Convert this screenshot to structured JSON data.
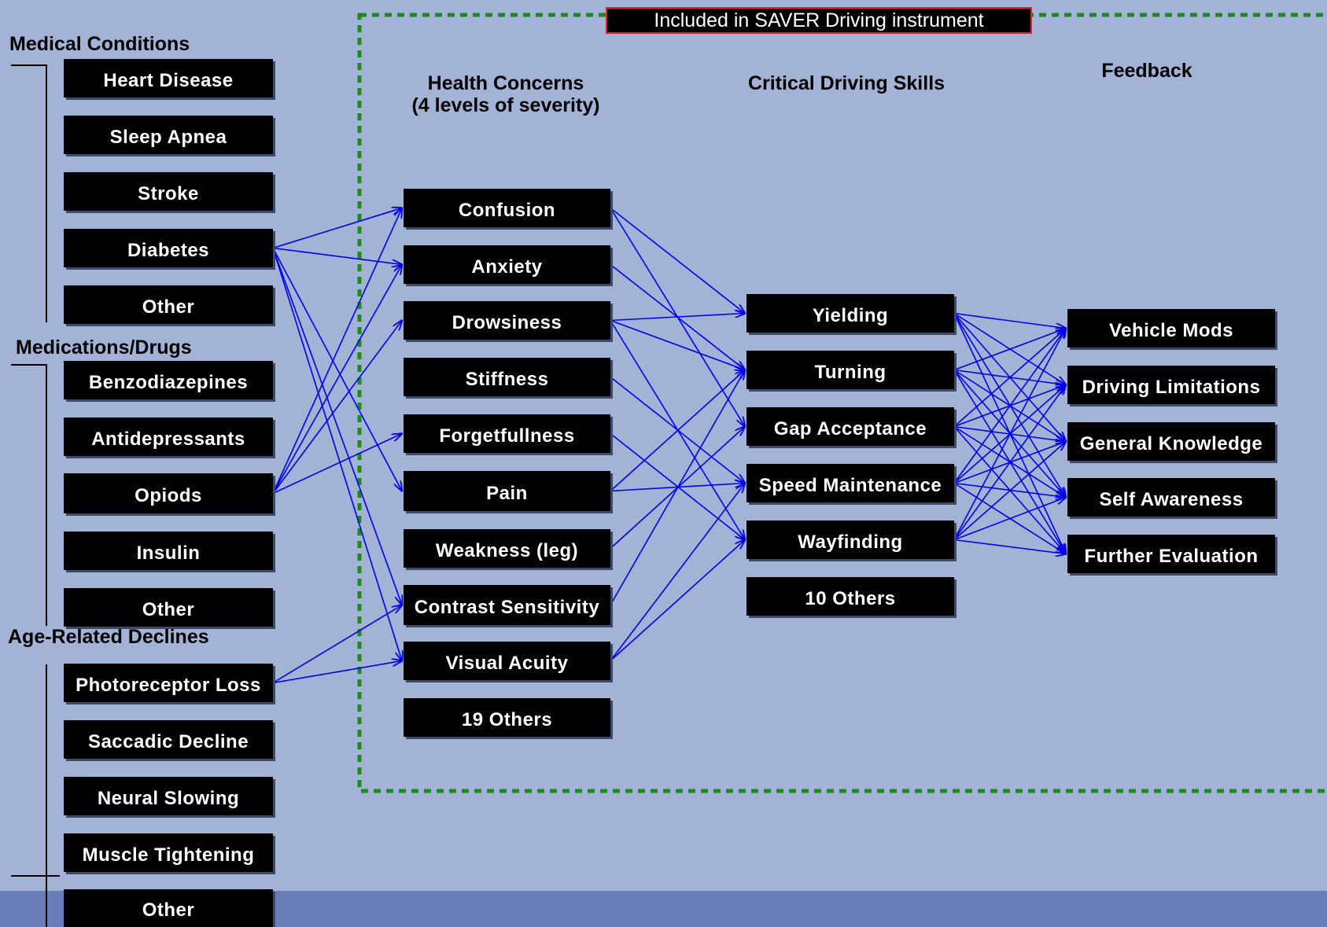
{
  "region": {
    "label": "Included in SAVER Driving instrument"
  },
  "groups": {
    "medical_conditions": "Medical Conditions",
    "medications_drugs": "Medications/Drugs",
    "age_related_declines": "Age-Related Declines"
  },
  "headers": {
    "health_concerns": "Health Concerns\n(4 levels of severity)",
    "critical_driving_skills": "Critical Driving Skills",
    "feedback": "Feedback"
  },
  "nodes": {
    "heart_disease": "Heart Disease",
    "sleep_apnea": "Sleep Apnea",
    "stroke": "Stroke",
    "diabetes": "Diabetes",
    "other_medical": "Other",
    "benzodiazepines": "Benzodiazepines",
    "antidepressants": "Antidepressants",
    "opiods": "Opiods",
    "insulin": "Insulin",
    "other_medication": "Other",
    "photoreceptor_loss": "Photoreceptor Loss",
    "saccadic_decline": "Saccadic Decline",
    "neural_slowing": "Neural Slowing",
    "muscle_tightening": "Muscle Tightening",
    "other_age": "Other",
    "confusion": "Confusion",
    "anxiety": "Anxiety",
    "drowsiness": "Drowsiness",
    "stiffness": "Stiffness",
    "forgetfullness": "Forgetfullness",
    "pain": "Pain",
    "weakness_leg": "Weakness (leg)",
    "contrast_sensitivity": "Contrast Sensitivity",
    "visual_acuity": "Visual Acuity",
    "others_19": "19 Others",
    "yielding": "Yielding",
    "turning": "Turning",
    "gap_acceptance": "Gap Acceptance",
    "speed_maintenance": "Speed Maintenance",
    "wayfinding": "Wayfinding",
    "others_10": "10 Others",
    "vehicle_mods": "Vehicle Mods",
    "driving_limitations": "Driving Limitations",
    "general_knowledge": "General Knowledge",
    "self_awareness": "Self Awareness",
    "further_evaluation": "Further Evaluation"
  },
  "edges": [
    [
      "diabetes",
      "confusion"
    ],
    [
      "diabetes",
      "anxiety"
    ],
    [
      "diabetes",
      "pain"
    ],
    [
      "diabetes",
      "contrast_sensitivity"
    ],
    [
      "diabetes",
      "visual_acuity"
    ],
    [
      "opiods",
      "confusion"
    ],
    [
      "opiods",
      "anxiety"
    ],
    [
      "opiods",
      "drowsiness"
    ],
    [
      "opiods",
      "forgetfullness"
    ],
    [
      "photoreceptor_loss",
      "contrast_sensitivity"
    ],
    [
      "photoreceptor_loss",
      "visual_acuity"
    ],
    [
      "confusion",
      "yielding"
    ],
    [
      "confusion",
      "gap_acceptance"
    ],
    [
      "anxiety",
      "turning"
    ],
    [
      "drowsiness",
      "yielding"
    ],
    [
      "drowsiness",
      "turning"
    ],
    [
      "drowsiness",
      "wayfinding"
    ],
    [
      "stiffness",
      "speed_maintenance"
    ],
    [
      "forgetfullness",
      "wayfinding"
    ],
    [
      "pain",
      "speed_maintenance"
    ],
    [
      "pain",
      "turning"
    ],
    [
      "weakness_leg",
      "gap_acceptance"
    ],
    [
      "contrast_sensitivity",
      "turning"
    ],
    [
      "visual_acuity",
      "speed_maintenance"
    ],
    [
      "visual_acuity",
      "wayfinding"
    ],
    [
      "yielding",
      "vehicle_mods"
    ],
    [
      "yielding",
      "driving_limitations"
    ],
    [
      "yielding",
      "general_knowledge"
    ],
    [
      "yielding",
      "self_awareness"
    ],
    [
      "yielding",
      "further_evaluation"
    ],
    [
      "turning",
      "vehicle_mods"
    ],
    [
      "turning",
      "driving_limitations"
    ],
    [
      "turning",
      "general_knowledge"
    ],
    [
      "turning",
      "self_awareness"
    ],
    [
      "turning",
      "further_evaluation"
    ],
    [
      "gap_acceptance",
      "vehicle_mods"
    ],
    [
      "gap_acceptance",
      "driving_limitations"
    ],
    [
      "gap_acceptance",
      "general_knowledge"
    ],
    [
      "gap_acceptance",
      "self_awareness"
    ],
    [
      "gap_acceptance",
      "further_evaluation"
    ],
    [
      "speed_maintenance",
      "vehicle_mods"
    ],
    [
      "speed_maintenance",
      "driving_limitations"
    ],
    [
      "speed_maintenance",
      "general_knowledge"
    ],
    [
      "speed_maintenance",
      "self_awareness"
    ],
    [
      "speed_maintenance",
      "further_evaluation"
    ],
    [
      "wayfinding",
      "vehicle_mods"
    ],
    [
      "wayfinding",
      "driving_limitations"
    ],
    [
      "wayfinding",
      "general_knowledge"
    ],
    [
      "wayfinding",
      "self_awareness"
    ],
    [
      "wayfinding",
      "further_evaluation"
    ]
  ]
}
